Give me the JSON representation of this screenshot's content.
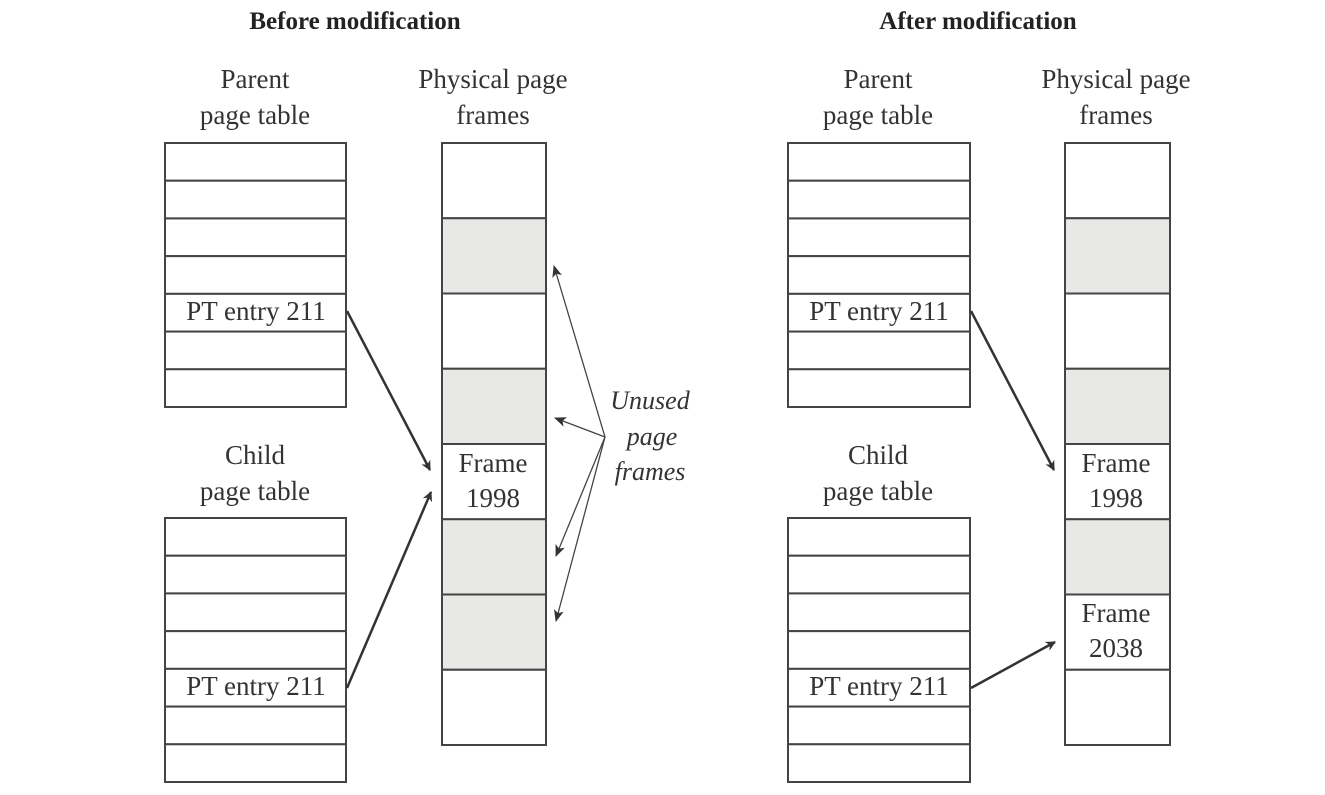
{
  "before": {
    "title": "Before modification",
    "parent_label": [
      "Parent",
      "page table"
    ],
    "child_label": [
      "Child",
      "page table"
    ],
    "frames_label": [
      "Physical page",
      "frames"
    ],
    "parent_entry": "PT entry 211",
    "child_entry": "PT entry 211",
    "frame_1998": [
      "Frame",
      "1998"
    ],
    "unused_label": [
      "Unused",
      "page",
      "frames"
    ]
  },
  "after": {
    "title": "After modification",
    "parent_label": [
      "Parent",
      "page table"
    ],
    "child_label": [
      "Child",
      "page table"
    ],
    "frames_label": [
      "Physical page",
      "frames"
    ],
    "parent_entry": "PT entry 211",
    "child_entry": "PT entry 211",
    "frame_1998": [
      "Frame",
      "1998"
    ],
    "frame_2038": [
      "Frame",
      "2038"
    ]
  },
  "colors": {
    "shaded_frame": "#e8e8e6",
    "line": "#444444"
  }
}
